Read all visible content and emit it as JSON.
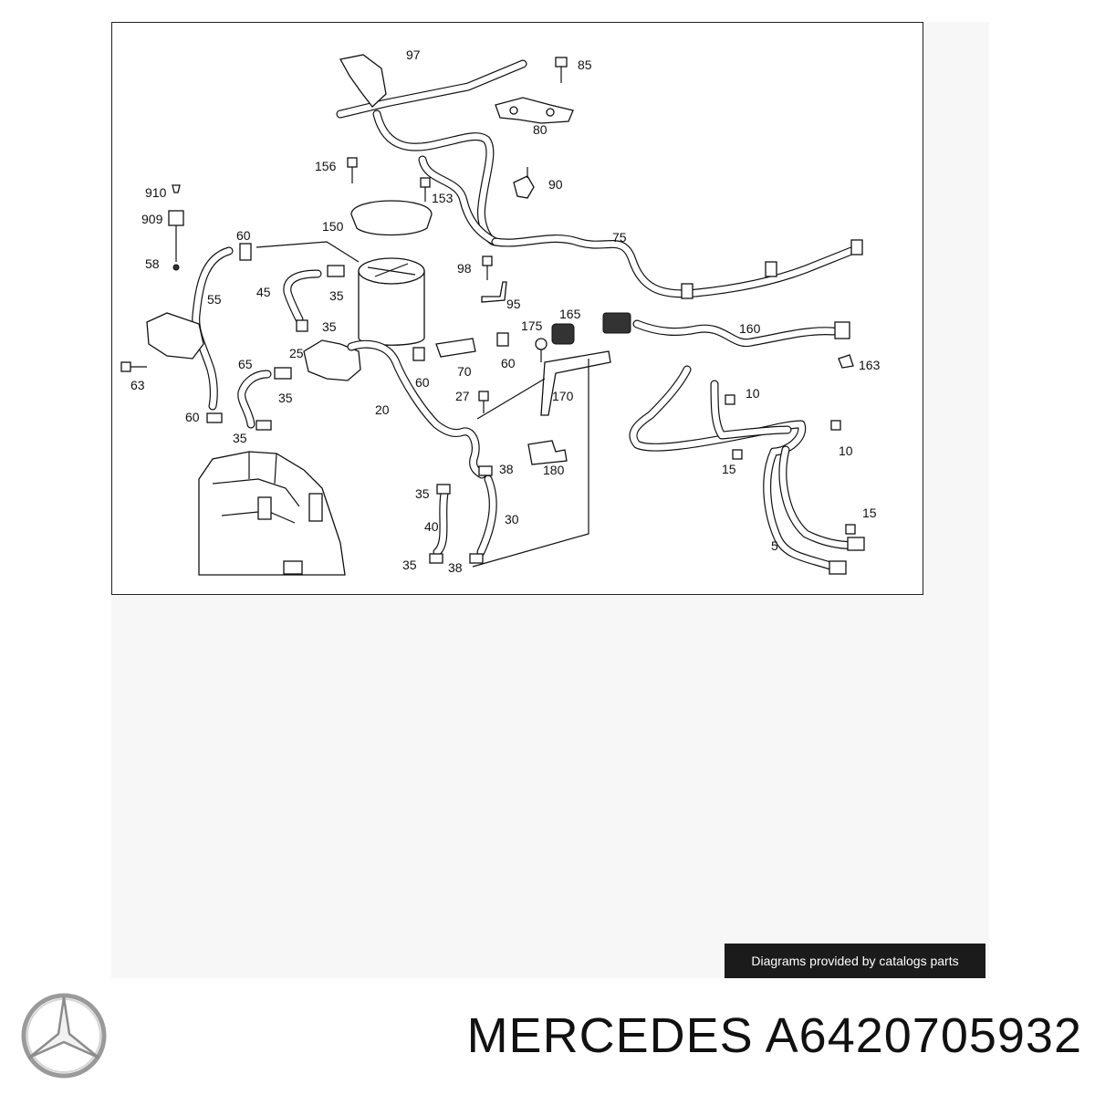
{
  "diagram": {
    "callouts": [
      "97",
      "85",
      "80",
      "156",
      "90",
      "153",
      "910",
      "909",
      "150",
      "75",
      "60",
      "98",
      "58",
      "45",
      "35",
      "95",
      "55",
      "35",
      "165",
      "175",
      "160",
      "25",
      "163",
      "65",
      "60",
      "70",
      "60",
      "63",
      "35",
      "27",
      "170",
      "10",
      "20",
      "60",
      "35",
      "10",
      "38",
      "180",
      "15",
      "35",
      "15",
      "40",
      "30",
      "5",
      "35",
      "38"
    ]
  },
  "credit": "Diagrams provided by catalogs parts",
  "brand": "MERCEDES",
  "part_number": "A6420705932",
  "colors": {
    "ink": "#111111",
    "badge": "#1b1b1b",
    "backdrop": "#f7f7f7"
  }
}
